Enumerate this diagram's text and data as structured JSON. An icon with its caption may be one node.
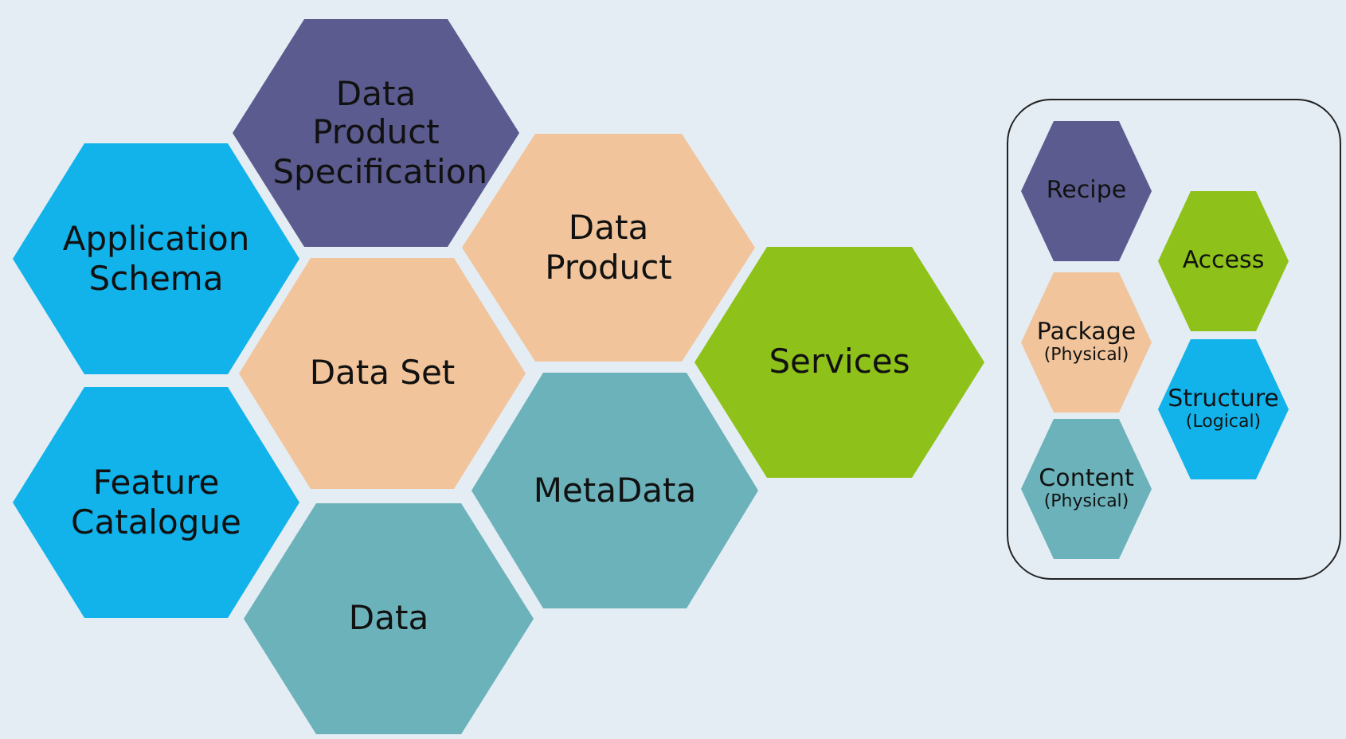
{
  "diagram": {
    "nodes": [
      {
        "text": [
          "Data Product Specification"
        ]
      },
      {
        "text": [
          "Application Schema"
        ]
      },
      {
        "text": [
          "Data Product"
        ]
      },
      {
        "text": [
          "Data Set"
        ]
      },
      {
        "text": [
          "Services"
        ]
      },
      {
        "text": [
          "Feature Catalogue"
        ]
      },
      {
        "text": [
          "MetaData"
        ]
      },
      {
        "text": [
          "Data"
        ]
      },
      {
        "text": [],
        "shape": "box"
      },
      {
        "text": [
          "Recipe"
        ],
        "in": 8
      },
      {
        "text": [
          "Access"
        ],
        "in": 8
      },
      {
        "text": [
          "Package",
          "(Physical)"
        ],
        "in": 8
      },
      {
        "text": [
          "Structure",
          "(Logical)"
        ],
        "in": 8
      },
      {
        "text": [
          "Content",
          "(Physical)"
        ],
        "in": 8
      }
    ],
    "edges": []
  }
}
